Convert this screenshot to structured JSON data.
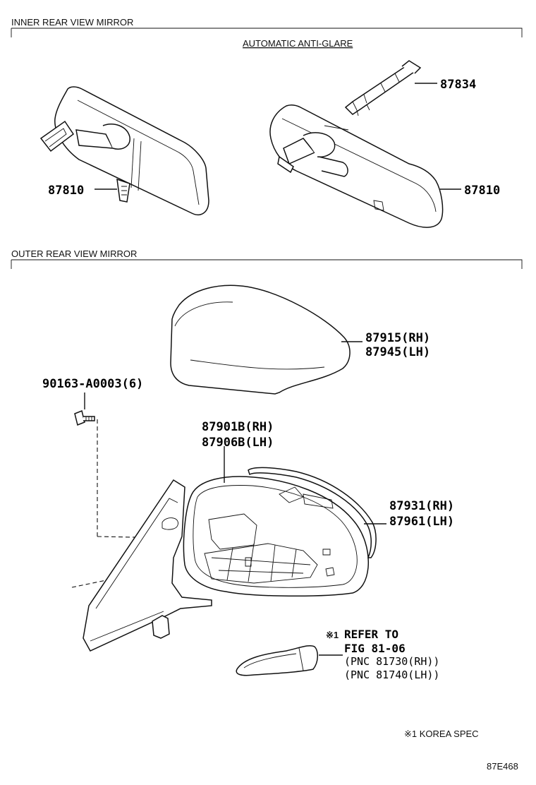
{
  "sections": {
    "inner_title": "INNER REAR VIEW MIRROR",
    "auto_subtitle": "AUTOMATIC ANTI-GLARE",
    "outer_title": "OUTER REAR VIEW MIRROR"
  },
  "parts": {
    "p87834": "87834",
    "p87810_left": "87810",
    "p87810_right": "87810",
    "p87915": "87915(RH)",
    "p87945": "87945(LH)",
    "p90163": "90163-A0003(6)",
    "p87901B": "87901B(RH)",
    "p87906B": "87906B(LH)",
    "p87931": "87931(RH)",
    "p87961": "87961(LH)"
  },
  "refer": {
    "mark": "※1",
    "line1": "REFER TO",
    "line2": "FIG 81-06",
    "line3": "(PNC 81730(RH))",
    "line4": "(PNC 81740(LH))"
  },
  "footnote": "※1 KOREA SPEC",
  "figure_id": "87E468"
}
